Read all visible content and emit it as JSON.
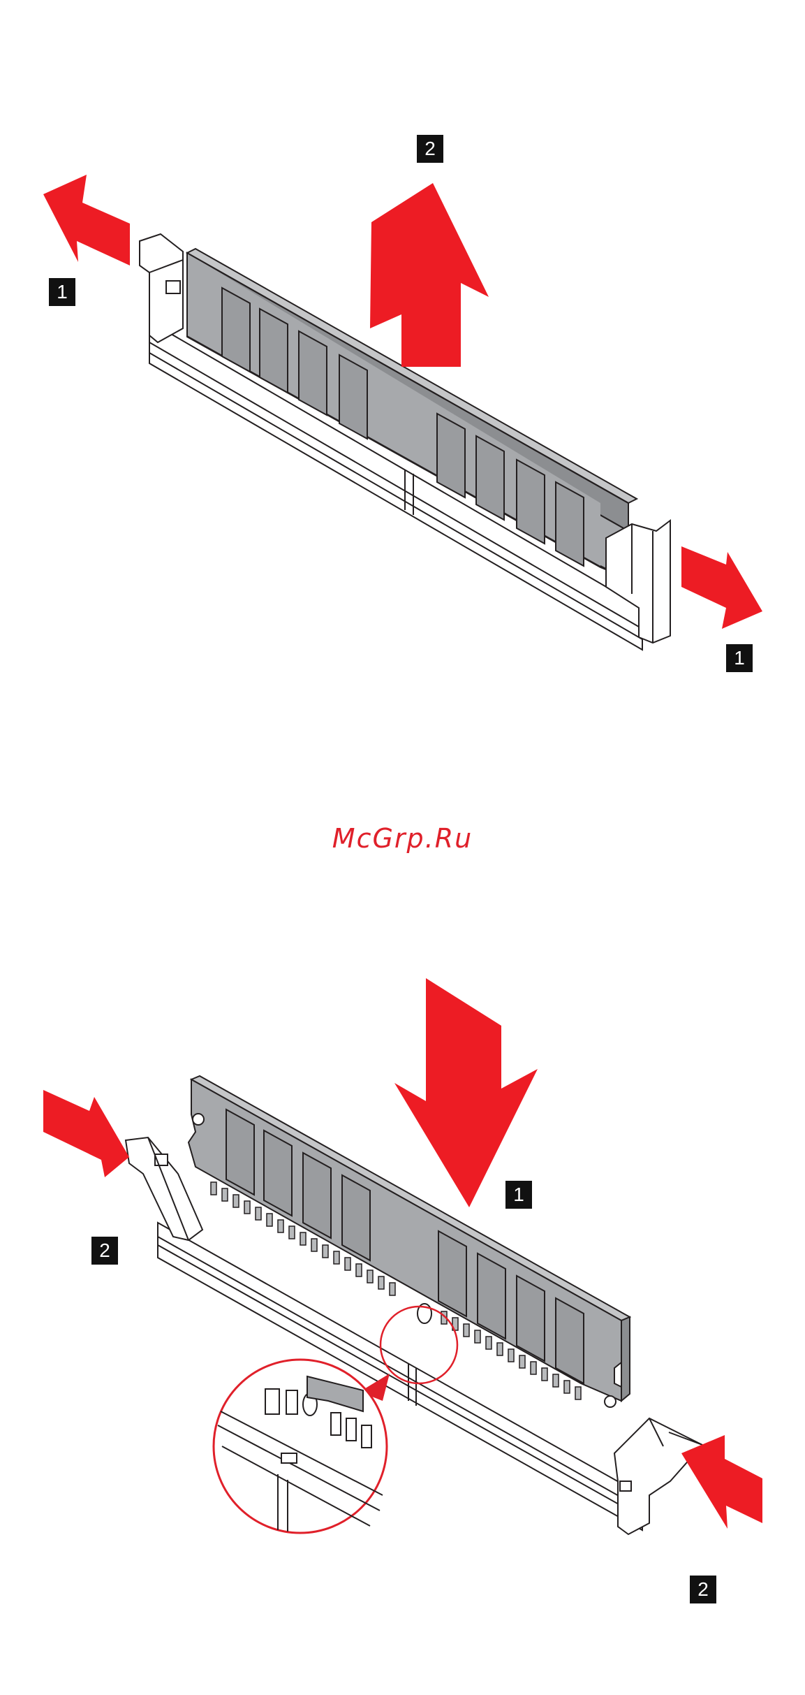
{
  "figure_removal": {
    "step_labels": {
      "latch_left": "1",
      "lift": "2",
      "latch_right": "1"
    }
  },
  "figure_install": {
    "step_labels": {
      "press_down": "1",
      "latch_left": "2",
      "latch_right": "2"
    }
  },
  "watermark": {
    "text": "McGrp.Ru",
    "color": "#e0202a"
  },
  "colors": {
    "arrow": "#ed1c24",
    "module": "#a7a9ac",
    "chip": "#9a9c9f",
    "line": "#231f20",
    "badge": "#111111",
    "magnifier": "#e0202a"
  }
}
